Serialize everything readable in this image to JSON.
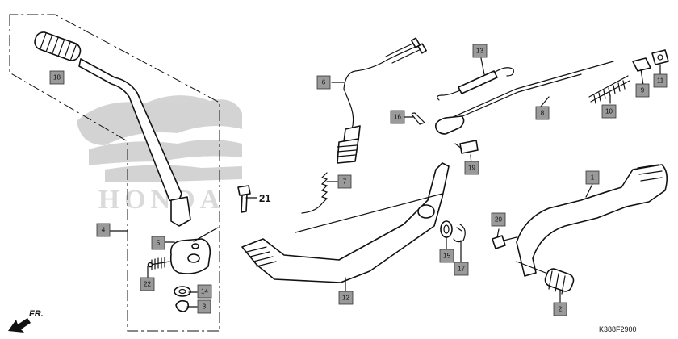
{
  "diagram": {
    "callouts": [
      {
        "id": "c1",
        "label": "1"
      },
      {
        "id": "c2",
        "label": "2"
      },
      {
        "id": "c3",
        "label": "3"
      },
      {
        "id": "c4",
        "label": "4"
      },
      {
        "id": "c5",
        "label": "5"
      },
      {
        "id": "c6",
        "label": "6"
      },
      {
        "id": "c7",
        "label": "7"
      },
      {
        "id": "c8",
        "label": "8"
      },
      {
        "id": "c9",
        "label": "9"
      },
      {
        "id": "c10",
        "label": "10"
      },
      {
        "id": "c11",
        "label": "11"
      },
      {
        "id": "c12",
        "label": "12"
      },
      {
        "id": "c13",
        "label": "13"
      },
      {
        "id": "c14",
        "label": "14"
      },
      {
        "id": "c15",
        "label": "15"
      },
      {
        "id": "c16",
        "label": "16"
      },
      {
        "id": "c17",
        "label": "17"
      },
      {
        "id": "c18",
        "label": "18"
      },
      {
        "id": "c19",
        "label": "19"
      },
      {
        "id": "c20",
        "label": "20"
      },
      {
        "id": "c22",
        "label": "22"
      }
    ],
    "bare_label": "21",
    "direction_label": "FR.",
    "diagram_code": "K388F2900",
    "watermark_text": "HONDA"
  }
}
